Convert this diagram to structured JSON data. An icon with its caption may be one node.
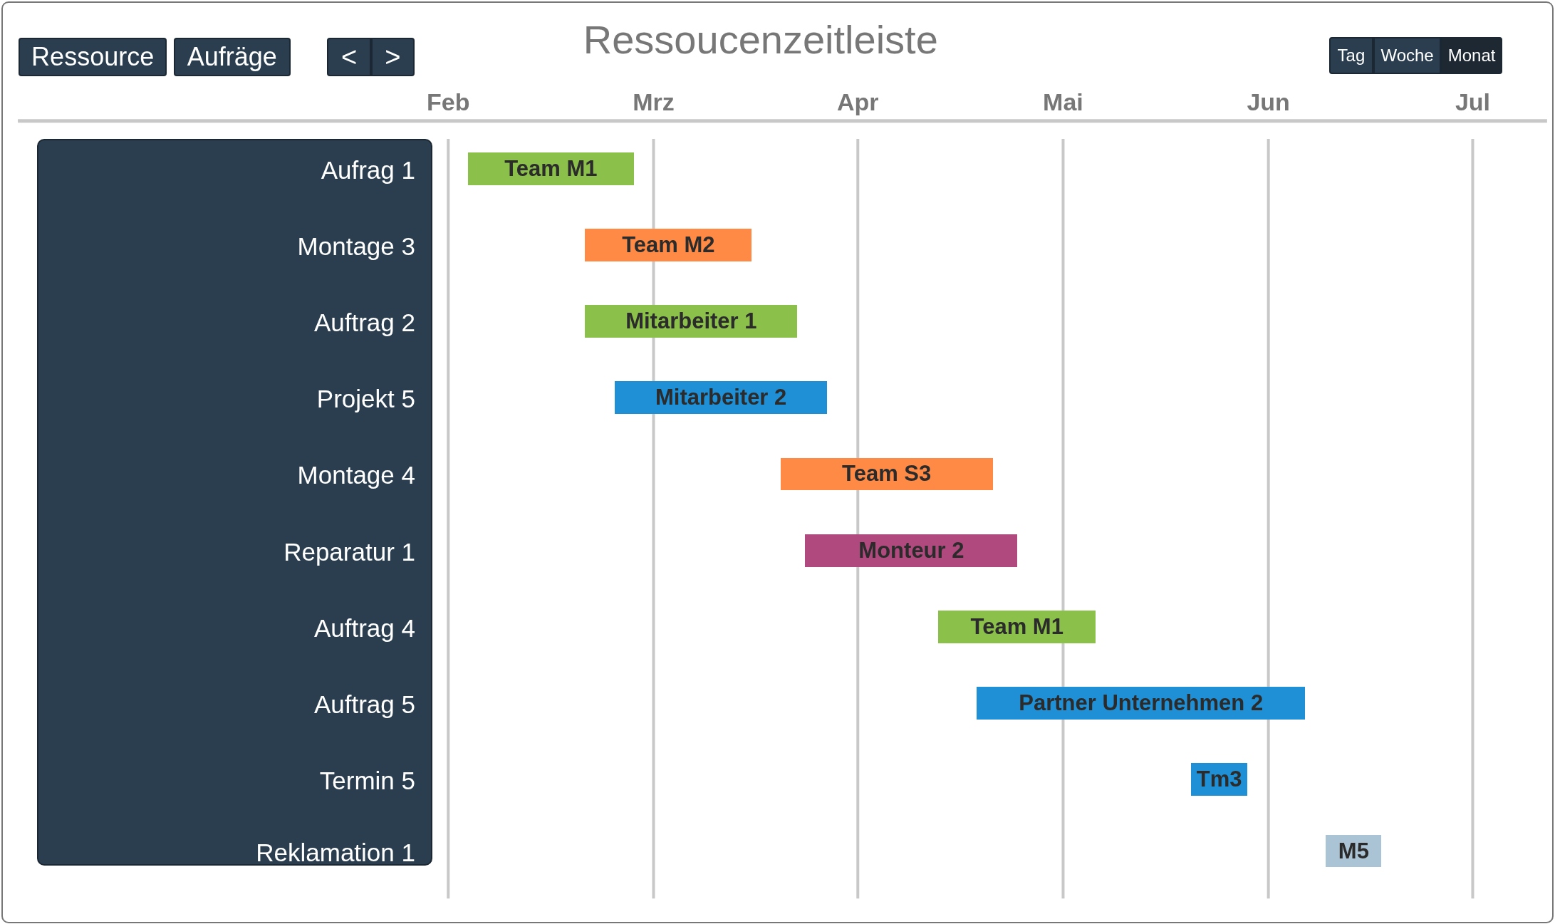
{
  "diagram": {
    "title": "Ressoucenzeitleiste",
    "nodes": [
      {
        "text": [
          "Aufrag 1",
          "Montage 3",
          "Auftrag 2",
          "Projekt 5",
          "Montage 4",
          "Reparatur 1",
          "Auftrag 4",
          "Auftrag 5",
          "Termin 5",
          "Reklamation 1"
        ]
      },
      {
        "text": [
          "Team M1"
        ]
      },
      {
        "text": [
          "Team M2"
        ]
      },
      {
        "text": [
          "Mitarbeiter 1"
        ]
      },
      {
        "text": [
          "Mitarbeiter 2"
        ]
      },
      {
        "text": [
          "Team S3"
        ]
      },
      {
        "text": [
          "Monteur 2"
        ]
      },
      {
        "text": [
          "Team M1"
        ]
      },
      {
        "text": [
          "Partner Unternehmen 2"
        ]
      },
      {
        "text": [
          "Tm3"
        ]
      },
      {
        "text": [
          "M5"
        ]
      }
    ],
    "labels": [
      "Ressource",
      "Aufräge",
      "<",
      ">",
      "Tag",
      "Woche",
      "Monat",
      "Feb",
      "Mrz",
      "Apr",
      "Mai",
      "Jun",
      "Jul"
    ]
  }
}
